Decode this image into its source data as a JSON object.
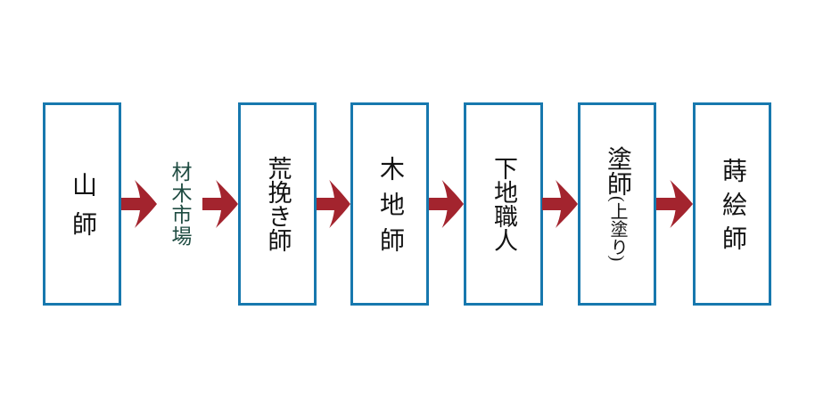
{
  "diagram": {
    "description_of_structure": "Six-step horizontal flow of lacquerware craftsmen, vertical Japanese text in outlined boxes connected by block arrows",
    "colors": {
      "background": "#ffffff",
      "box_border": "#1778ae",
      "node_text": "#141414",
      "arrow": "#a3242e",
      "market_label": "#1f4c42"
    },
    "icons": {
      "flow_arrow": "right-pointing block arrow"
    },
    "intermediate_label": "材木市場",
    "nodes": [
      {
        "label": "山師"
      },
      {
        "label": "荒挽き師"
      },
      {
        "label": "木地師"
      },
      {
        "label": "下地職人"
      },
      {
        "label": "塗師",
        "label_sub": "(上塗り)"
      },
      {
        "label": "蒔絵師"
      }
    ]
  }
}
